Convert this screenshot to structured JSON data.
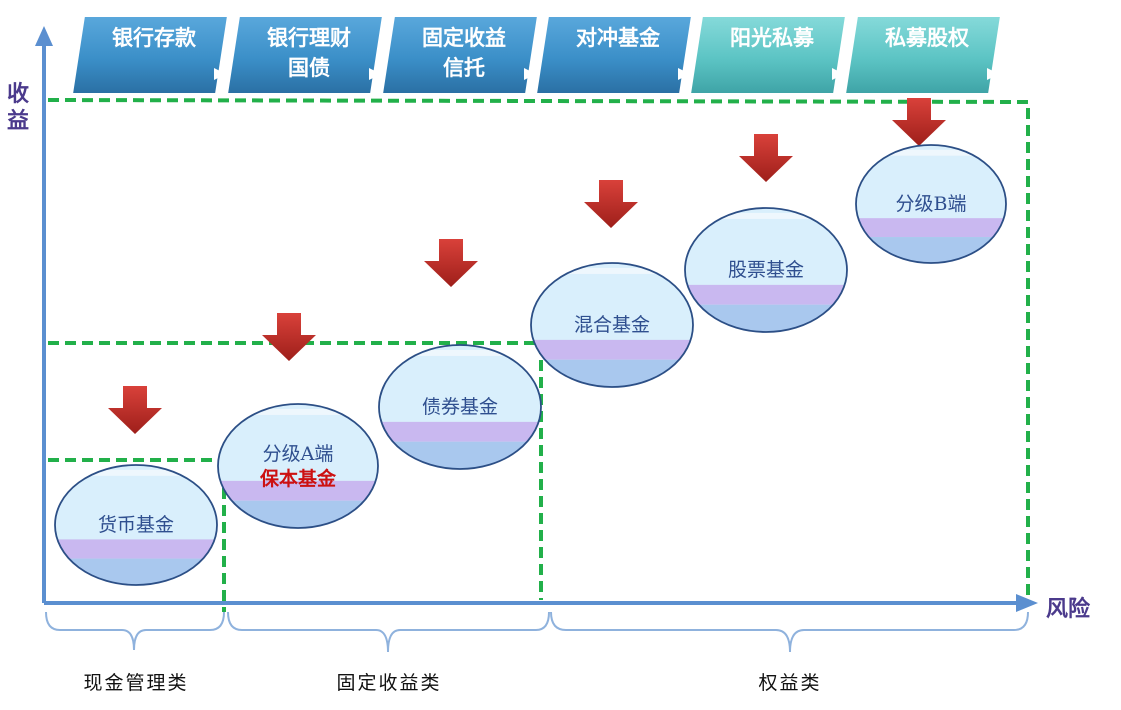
{
  "colors": {
    "banner_blue": "#3b8fc8",
    "banner_teal": "#5cc4c4",
    "dash_green": "#22b04a",
    "axis_blue": "#5b8fd0",
    "arrow_red": "#c8302a",
    "ellipse_top": "#d8eefb",
    "ellipse_band": "#c9b8f0",
    "ellipse_bottom": "#a9c8ee"
  },
  "axes": {
    "y_label": "收益",
    "x_label": "风险"
  },
  "banners": [
    {
      "lines": [
        "银行存款"
      ],
      "color": "blue"
    },
    {
      "lines": [
        "银行理财",
        "国债"
      ],
      "color": "blue"
    },
    {
      "lines": [
        "固定收益",
        "信托"
      ],
      "color": "blue"
    },
    {
      "lines": [
        "对冲基金"
      ],
      "color": "blue"
    },
    {
      "lines": [
        "阳光私募"
      ],
      "color": "teal"
    },
    {
      "lines": [
        "私募股权"
      ],
      "color": "teal"
    }
  ],
  "funds": [
    {
      "lines": [
        "货币基金"
      ],
      "red_line": ""
    },
    {
      "lines": [
        "分级A端"
      ],
      "red_line": "保本基金"
    },
    {
      "lines": [
        "债券基金"
      ],
      "red_line": ""
    },
    {
      "lines": [
        "混合基金"
      ],
      "red_line": ""
    },
    {
      "lines": [
        "股票基金"
      ],
      "red_line": ""
    },
    {
      "lines": [
        "分级B端"
      ],
      "red_line": ""
    }
  ],
  "categories": [
    "现金管理类",
    "固定收益类",
    "权益类"
  ]
}
